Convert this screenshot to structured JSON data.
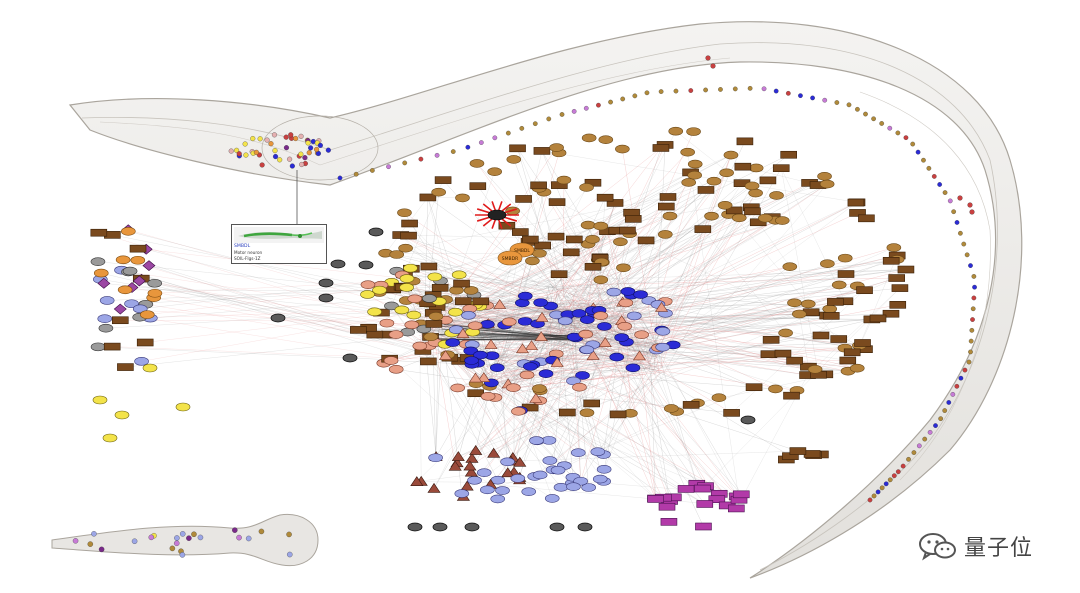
{
  "figure": {
    "description": "",
    "colors": {
      "body_fill": "#ecebe9",
      "body_stroke": "#aaa59d",
      "node_brown": "#b4823c",
      "node_box": "#7a4a1e",
      "node_orange": "#e8963c",
      "node_yellow": "#f3e34a",
      "node_blue": "#2b2bd6",
      "node_lavender": "#9ca6e6",
      "node_salmon": "#e89f86",
      "node_dark_red_triangle": "#9a4a3a",
      "node_purple": "#9b47a3",
      "node_magenta_box": "#b23aa8",
      "edge_red": "#e58a8a",
      "edge_gray": "#8a8a8a",
      "hub_red": "#e01b1b"
    }
  },
  "callout": {
    "label_symbol": "SMBDL",
    "label_type": "Motor neuron",
    "label_desc": "SOIL-FIgs-1Z"
  },
  "hub": {
    "label_1": "SMBDL",
    "label_2": "SMBDR"
  },
  "watermark": {
    "icon": "wechat-icon",
    "text": "量子位"
  }
}
